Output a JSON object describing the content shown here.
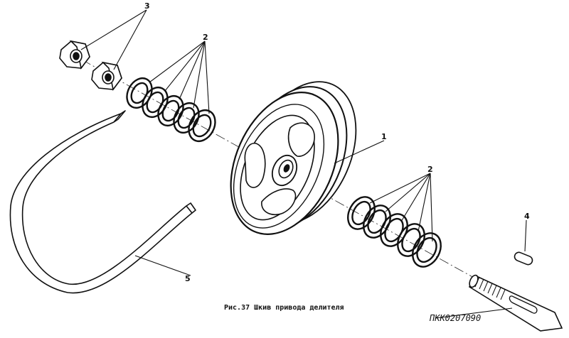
{
  "callouts": {
    "nuts": "3",
    "washers_top": "2",
    "pulley": "1",
    "washers_bottom": "2",
    "key": "4",
    "belt": "5"
  },
  "caption": "Рис.37 Шкив привода делителя",
  "part_number": "ПКК0207090"
}
